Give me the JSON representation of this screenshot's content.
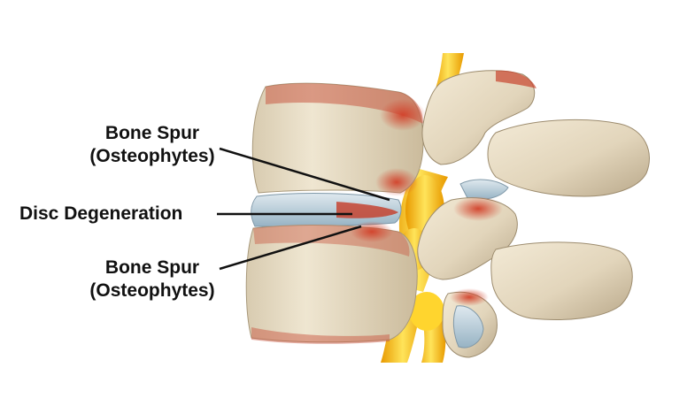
{
  "labels": {
    "top": {
      "line1": "Bone Spur",
      "line2": "(Osteophytes)"
    },
    "middle": "Disc Degeneration",
    "bottom": {
      "line1": "Bone Spur",
      "line2": "(Osteophytes)"
    }
  },
  "colors": {
    "bone": "#e7dcc4",
    "bone_shadow": "#b9a88a",
    "inflammation": "#c8442e",
    "nerve": "#f7b500",
    "nerve_highlight": "#ffe45a",
    "disc": "#b7ccd8",
    "leader_line": "#111111"
  }
}
